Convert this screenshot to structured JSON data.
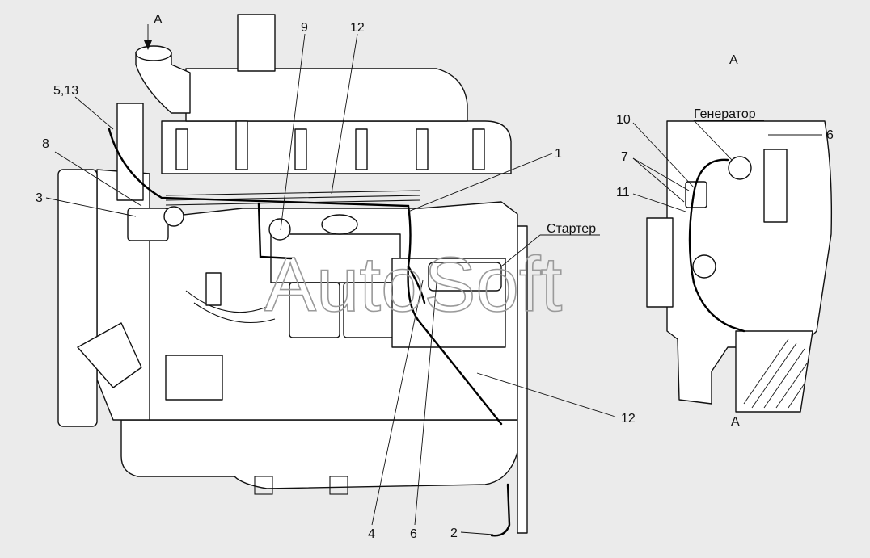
{
  "view_markers": {
    "arrow_label": "А",
    "view_title": "А",
    "view_bottom_label": "А"
  },
  "components": {
    "generator": "Генератор",
    "starter": "Стартер"
  },
  "callouts": [
    "1",
    "2",
    "3",
    "4",
    "5,13",
    "6",
    "8",
    "9",
    "12",
    "12",
    "6",
    "7",
    "10",
    "11"
  ],
  "watermark": "AutoSoft"
}
